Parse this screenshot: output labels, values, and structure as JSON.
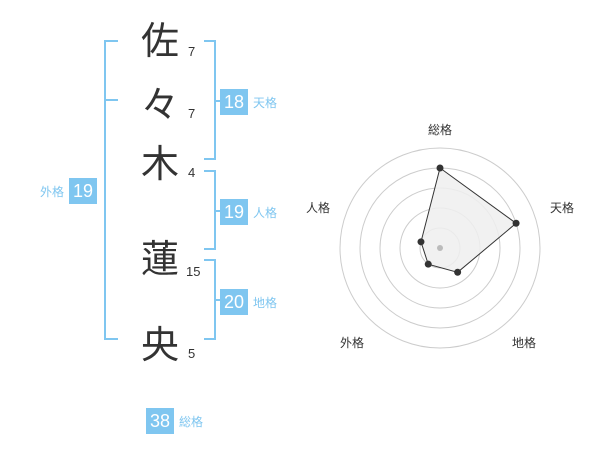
{
  "name": {
    "chars": [
      {
        "char": "佐",
        "strokes": "7"
      },
      {
        "char": "々",
        "strokes": "7"
      },
      {
        "char": "木",
        "strokes": "4"
      },
      {
        "char": "蓮",
        "strokes": "15"
      },
      {
        "char": "央",
        "strokes": "5"
      }
    ]
  },
  "fortunes": {
    "tenkaku": {
      "value": "18",
      "label": "天格"
    },
    "jinkaku": {
      "value": "19",
      "label": "人格"
    },
    "chikaku": {
      "value": "20",
      "label": "地格"
    },
    "gaikaku": {
      "value": "19",
      "label": "外格"
    },
    "soukaku": {
      "value": "38",
      "label": "総格"
    }
  },
  "radar": {
    "axes": [
      "総格",
      "天格",
      "地格",
      "外格",
      "人格"
    ],
    "values": [
      4,
      4,
      1.5,
      1,
      1
    ],
    "max": 5,
    "colors": {
      "grid": "#cccccc",
      "fill": "#eeeeee",
      "line": "#333333",
      "center": "#bbbbbb"
    }
  },
  "colors": {
    "accent": "#7fc6f0",
    "text": "#333333"
  }
}
